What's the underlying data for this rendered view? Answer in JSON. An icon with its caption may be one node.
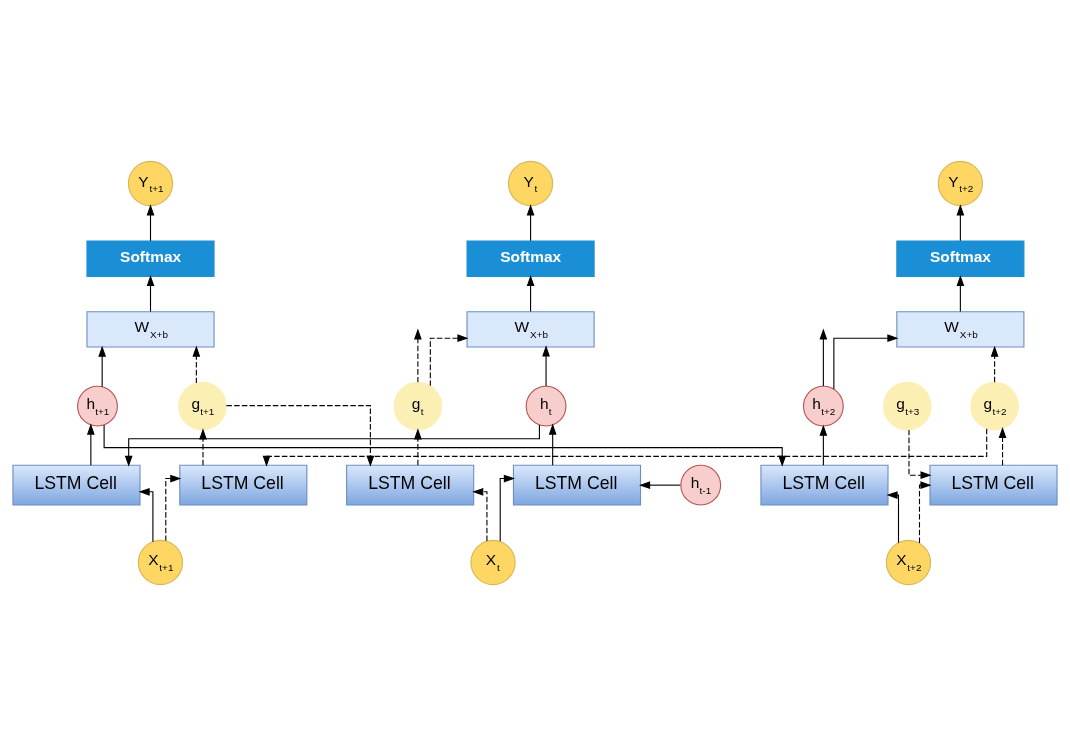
{
  "diagram": {
    "nodes": [
      {
        "text": [
          "Y$_{t}$"
        ]
      },
      {
        "text": [
          "Softmax"
        ]
      },
      {
        "text": [
          "W$_{X+b}$"
        ]
      },
      {
        "text": [
          "g$_{t}$"
        ]
      },
      {
        "text": [
          "LSTM Cell"
        ]
      },
      {
        "text": [
          "h$_{t}$"
        ]
      },
      {
        "text": [
          "LSTM Cell"
        ]
      },
      {
        "text": [
          "X$_{t}$"
        ]
      },
      {
        "text": [
          "Y$_{t+1}$"
        ]
      },
      {
        "text": [
          "Softmax"
        ]
      },
      {
        "text": [
          "W$_{X+b}$"
        ]
      },
      {
        "text": [
          "g$_{t+1}$"
        ]
      },
      {
        "text": [
          "LSTM Cell"
        ]
      },
      {
        "text": [
          "h$_{t+1}$"
        ]
      },
      {
        "text": [
          "LSTM Cell"
        ]
      },
      {
        "text": [
          "X$_{t+1}$"
        ]
      },
      {
        "text": [
          "Y$_{t+2}$"
        ]
      },
      {
        "text": [
          "Softmax"
        ]
      },
      {
        "text": [
          "W$_{X+b}$"
        ]
      },
      {
        "text": [
          "g$_{t+2}$"
        ]
      },
      {
        "text": [
          "LSTM Cell"
        ]
      },
      {
        "text": [
          "h$_{t+2}$"
        ]
      },
      {
        "text": [
          "LSTM Cell"
        ]
      },
      {
        "text": [
          "X$_{t+2}$"
        ]
      },
      {
        "text": [
          "g$_{t+3}$"
        ]
      },
      {
        "text": [
          "h$_{t-1}$"
        ]
      }
    ],
    "edges": [
      {
        "from": 1,
        "to": 0,
        "arrow": "to"
      },
      {
        "from": 2,
        "to": 1,
        "arrow": "to"
      },
      {
        "from": 3,
        "to": 2,
        "arrow": "to",
        "style": "dashed"
      },
      {
        "from": 4,
        "to": 3,
        "arrow": "to",
        "style": "dashed"
      },
      {
        "from": 3,
        "to": null,
        "arrow": "to",
        "style": "dashed"
      },
      {
        "from": 7,
        "to": 4,
        "arrow": "to",
        "style": "dashed"
      },
      {
        "from": 25,
        "to": 6,
        "arrow": "to"
      },
      {
        "from": 6,
        "to": 5,
        "arrow": "to"
      },
      {
        "from": 7,
        "to": 6,
        "arrow": "to"
      },
      {
        "from": 5,
        "to": 2,
        "arrow": "to"
      },
      {
        "from": 5,
        "to": 14,
        "arrow": "to"
      },
      {
        "from": 9,
        "to": 8,
        "arrow": "to"
      },
      {
        "from": 10,
        "to": 9,
        "arrow": "to"
      },
      {
        "from": 11,
        "to": 10,
        "arrow": "to",
        "style": "dashed"
      },
      {
        "from": 12,
        "to": 11,
        "arrow": "to",
        "style": "dashed"
      },
      {
        "from": 11,
        "to": 4,
        "arrow": "to",
        "style": "dashed"
      },
      {
        "from": 15,
        "to": 12,
        "arrow": "to",
        "style": "dashed"
      },
      {
        "from": 14,
        "to": 13,
        "arrow": "to"
      },
      {
        "from": 15,
        "to": 14,
        "arrow": "to"
      },
      {
        "from": 13,
        "to": 10,
        "arrow": "to"
      },
      {
        "from": 13,
        "to": 22,
        "arrow": "to"
      },
      {
        "from": 17,
        "to": 16,
        "arrow": "to"
      },
      {
        "from": 18,
        "to": 17,
        "arrow": "to"
      },
      {
        "from": 19,
        "to": 18,
        "arrow": "to",
        "style": "dashed"
      },
      {
        "from": 20,
        "to": 19,
        "arrow": "to",
        "style": "dashed"
      },
      {
        "from": 19,
        "to": 12,
        "arrow": "to",
        "style": "dashed"
      },
      {
        "from": 23,
        "to": 20,
        "arrow": "to",
        "style": "dashed"
      },
      {
        "from": 22,
        "to": 21,
        "arrow": "to"
      },
      {
        "from": 23,
        "to": 22,
        "arrow": "to"
      },
      {
        "from": 21,
        "to": 18,
        "arrow": "to"
      },
      {
        "from": 21,
        "to": null,
        "arrow": "to"
      },
      {
        "from": 24,
        "to": 20,
        "arrow": "to",
        "style": "dashed"
      }
    ]
  }
}
